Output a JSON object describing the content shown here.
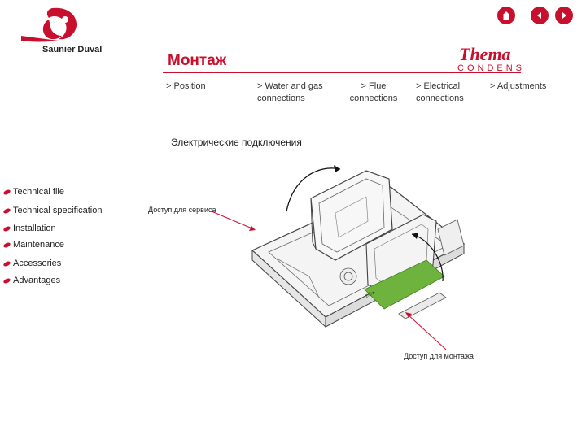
{
  "brand": {
    "name": "Saunier Duval",
    "product_line": "Thema",
    "product_sub": "CONDENS"
  },
  "page": {
    "title": "Монтаж",
    "section_heading": "Электрические подключения"
  },
  "subnav": [
    "> Position",
    "> Water and gas connections",
    "> Flue connections",
    "> Electrical connections",
    "> Adjustments"
  ],
  "left_menu": [
    "Technical file",
    "Technical specification",
    "Installation",
    "Maintenance",
    "Accessories",
    "Advantages"
  ],
  "nav_buttons": [
    "home-icon",
    "arrow-left-icon",
    "arrow-right-icon"
  ],
  "diagram": {
    "label_service": "Доступ для сервиса",
    "label_mount": "Доступ для монтажа"
  },
  "colors": {
    "accent": "#c8102e",
    "board": "#6fb33f"
  }
}
